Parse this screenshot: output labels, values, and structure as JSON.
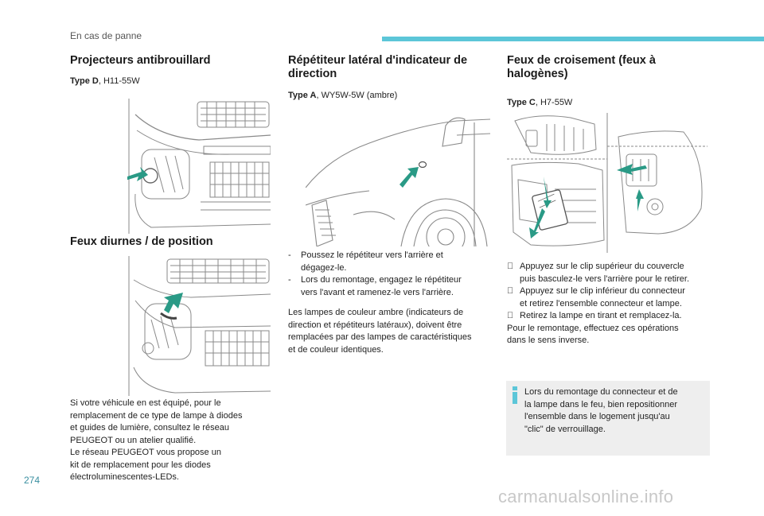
{
  "header": {
    "section": "En cas de panne",
    "accent_color": "#5cc6d8"
  },
  "col1": {
    "title1": "Projecteurs antibrouillard",
    "spec1_type": "Type D",
    "spec1_value": ", H11-55W",
    "title2": "Feux diurnes / de position",
    "paragraph": [
      "Si votre véhicule en est équipé, pour le",
      "remplacement de ce type de lampe à diodes",
      "et guides de lumière, consultez le réseau",
      "PEUGEOT ou un atelier qualifié.",
      "Le réseau PEUGEOT vous propose un",
      "kit de remplacement pour les diodes",
      "électroluminescentes-LEDs."
    ]
  },
  "col2": {
    "title_line1": "Répétiteur latéral d'indicateur de",
    "title_line2": "direction",
    "spec_type": "Type A",
    "spec_value": ", WY5W-5W (ambre)",
    "steps": [
      {
        "marker": "-",
        "line1": "Poussez le répétiteur vers l'arrière et",
        "line2": "dégagez-le."
      },
      {
        "marker": "-",
        "line1": "Lors du remontage, engagez le répétiteur",
        "line2": "vers l'avant et ramenez-le vers l'arrière."
      }
    ],
    "paragraph": [
      "Les lampes de couleur ambre (indicateurs de",
      "direction et répétiteurs latéraux), doivent être",
      "remplacées par des lampes de caractéristiques",
      "et de couleur identiques."
    ]
  },
  "col3": {
    "title_line1": "Feux de croisement (feux à",
    "title_line2": "halogènes)",
    "spec_type": "Type C",
    "spec_value": ", H7-55W",
    "steps": [
      {
        "marker": "",
        "line1": "Appuyez sur le clip supérieur du couvercle",
        "line2": "puis basculez-le vers l'arrière pour le retirer."
      },
      {
        "marker": "",
        "line1": "Appuyez sur le clip inférieur du connecteur",
        "line2": "et retirez l'ensemble connecteur et lampe."
      },
      {
        "marker": "",
        "line1": "Retirez la lampe en tirant et remplacez-la.",
        "line2": ""
      }
    ],
    "paragraph": [
      "Pour le remontage, effectuez ces opérations",
      "dans le sens inverse."
    ],
    "info": [
      "Lors du remontage du connecteur et de",
      "la lampe dans le feu, bien repositionner",
      "l'ensemble dans le logement jusqu'au",
      "\"clic\" de verrouillage."
    ],
    "info_bar_color": "#5cc6d8"
  },
  "footer": {
    "page_number": "274",
    "watermark": "carmanualsonline.info"
  },
  "colors": {
    "arrow": "#2a9a86",
    "line_art": "#8a8a8a"
  }
}
